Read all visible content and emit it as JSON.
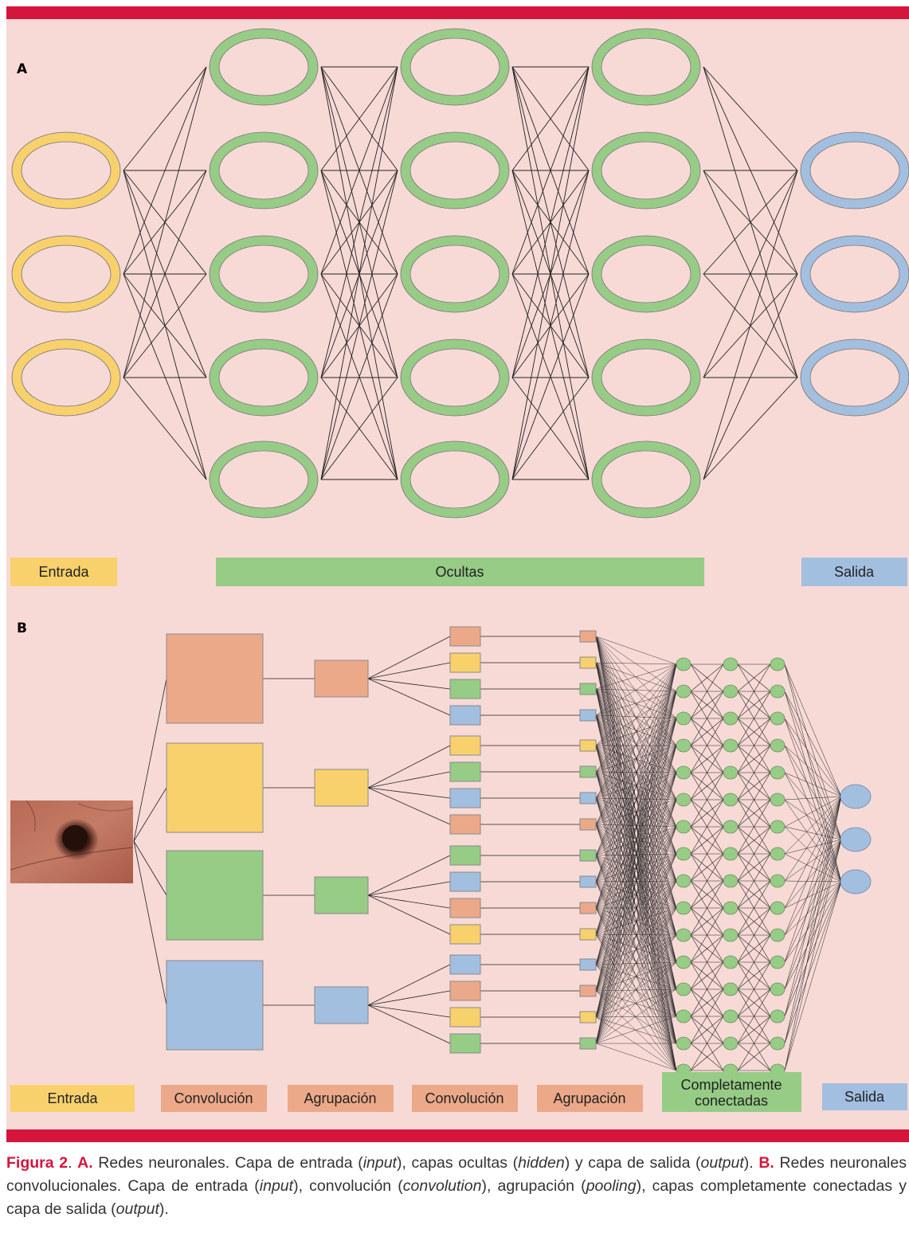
{
  "colors": {
    "input": "#f8d16c",
    "hidden": "#96cc86",
    "output": "#a2bfe0",
    "orange": "#eba989",
    "accent": "#d6153d",
    "background": "#f7dad6"
  },
  "panel_a": {
    "letter": "A",
    "layers": [
      {
        "role": "input",
        "count": 3
      },
      {
        "role": "hidden",
        "count": 5
      },
      {
        "role": "hidden",
        "count": 5
      },
      {
        "role": "hidden",
        "count": 5
      },
      {
        "role": "output",
        "count": 3
      }
    ],
    "legend": {
      "input": "Entrada",
      "hidden": "Ocultas",
      "output": "Salida"
    }
  },
  "panel_b": {
    "letter": "B",
    "conv1_colors": [
      "orange",
      "input",
      "hidden",
      "output"
    ],
    "pool1_colors": [
      "orange",
      "input",
      "hidden",
      "output"
    ],
    "conv2_colors": [
      [
        "orange",
        "input",
        "hidden",
        "output"
      ],
      [
        "input",
        "hidden",
        "output",
        "orange"
      ],
      [
        "hidden",
        "output",
        "orange",
        "input"
      ],
      [
        "output",
        "orange",
        "input",
        "hidden"
      ]
    ],
    "fc_layers": 3,
    "fc_nodes": 16,
    "output_nodes": 3,
    "legend": {
      "input": "Entrada",
      "conv1": "Convolución",
      "pool1": "Agrupación",
      "conv2": "Convolución",
      "pool2": "Agrupación",
      "fc_line1": "Completamente",
      "fc_line2": "conectadas",
      "output": "Salida"
    }
  },
  "caption": {
    "figure_label": "Figura 2",
    "a_label": "A.",
    "a_text_1": " Redes neuronales. Capa de entrada (",
    "a_input": "input",
    "a_text_2": "), capas ocultas (",
    "a_hidden": "hidden",
    "a_text_3": ") y capa de salida (",
    "a_output": "output",
    "a_text_4": "). ",
    "b_label": "B.",
    "b_text_1": " Redes neuronales convolucionales. Capa de entrada (",
    "b_input": "input",
    "b_text_2": "), convolución (",
    "b_convolution": "convolution",
    "b_text_3": "), agrupación (",
    "b_pooling": "pooling",
    "b_text_4": "), capas completamente conectadas y capa de salida (",
    "b_output": "output",
    "b_text_5": ")."
  }
}
